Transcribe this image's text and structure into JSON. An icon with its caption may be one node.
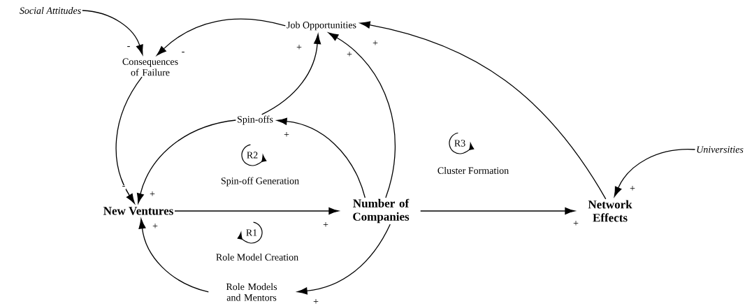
{
  "diagram": {
    "nodes": [
      {
        "text": [
          "Social Attitudes"
        ]
      },
      {
        "text": [
          "Job Opportunities"
        ]
      },
      {
        "text": [
          "Consequences of Failure"
        ]
      },
      {
        "text": [
          "Spin-offs"
        ]
      },
      {
        "text": [
          "New Ventures"
        ]
      },
      {
        "text": [
          "Number of Companies"
        ]
      },
      {
        "text": [
          "Network Effects"
        ]
      },
      {
        "text": [
          "Universities"
        ]
      },
      {
        "text": [
          "Role Models and Mentors"
        ]
      }
    ],
    "edges": [
      {
        "from": 0,
        "to": 2,
        "arrow": "to",
        "label": "-"
      },
      {
        "from": 1,
        "to": 2,
        "arrow": "to",
        "label": "-"
      },
      {
        "from": 2,
        "to": 4,
        "arrow": "to",
        "label": "-"
      },
      {
        "from": 3,
        "to": 4,
        "arrow": "to",
        "label": "+"
      },
      {
        "from": 3,
        "to": 1,
        "arrow": "to",
        "label": "+"
      },
      {
        "from": 5,
        "to": 3,
        "arrow": "to",
        "label": "+"
      },
      {
        "from": 5,
        "to": 1,
        "arrow": "to",
        "label": "+"
      },
      {
        "from": 6,
        "to": 1,
        "arrow": "to",
        "label": "+"
      },
      {
        "from": 4,
        "to": 5,
        "arrow": "to",
        "label": "+"
      },
      {
        "from": 5,
        "to": 6,
        "arrow": "to",
        "label": "+"
      },
      {
        "from": 7,
        "to": 6,
        "arrow": "to",
        "label": "+"
      },
      {
        "from": 5,
        "to": 8,
        "arrow": "to",
        "label": "+"
      },
      {
        "from": 8,
        "to": 4,
        "arrow": "to",
        "label": "+"
      }
    ],
    "labels": [
      "R2",
      "Spin-off Generation",
      "R3",
      "Cluster Formation",
      "R1",
      "Role Model Creation"
    ]
  }
}
